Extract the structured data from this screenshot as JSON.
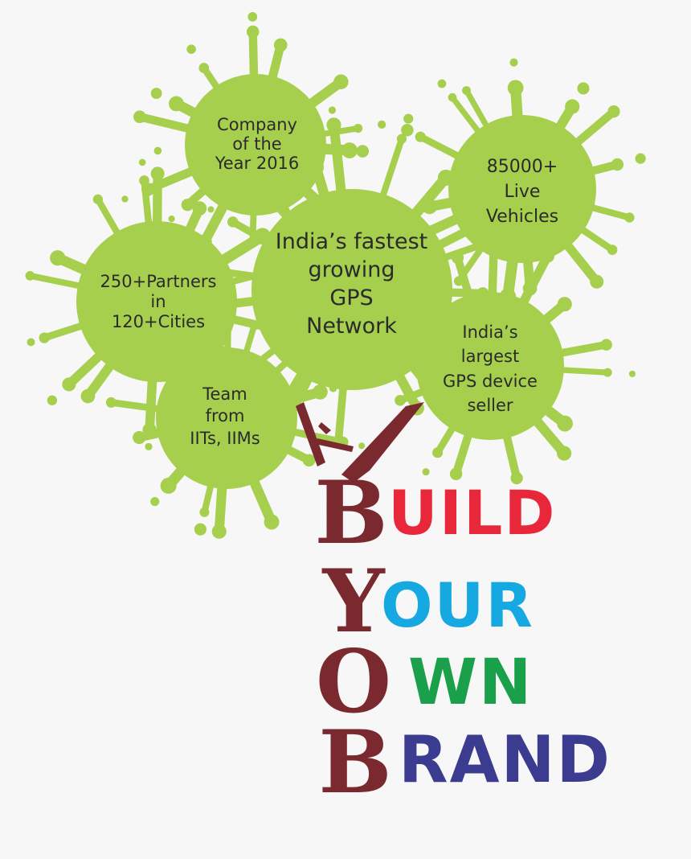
{
  "colors": {
    "background": "#f7f7f7",
    "splash": "#a6cf4e",
    "trunk": "#7a2a2e",
    "text": "#2b2b2b",
    "build": "#e8283a",
    "your": "#16a9e1",
    "own": "#1aa04a",
    "brand": "#3b3b8f"
  },
  "blobs": {
    "company": [
      "Company",
      "of the",
      "Year 2016"
    ],
    "vehicles": [
      "85000+",
      "Live",
      "Vehicles"
    ],
    "fastest": [
      "India’s fastest",
      "growing",
      "GPS",
      "Network"
    ],
    "partners": [
      "250+Partners",
      "in",
      "120+Cities"
    ],
    "largest": [
      "India’s",
      "largest",
      "GPS device",
      "seller"
    ],
    "team": [
      "Team",
      "from",
      "IITs, IIMs"
    ]
  },
  "slogan": {
    "initials": [
      "B",
      "Y",
      "O",
      "B"
    ],
    "rest": [
      "UILD",
      "OUR",
      "WN",
      "RAND"
    ]
  }
}
